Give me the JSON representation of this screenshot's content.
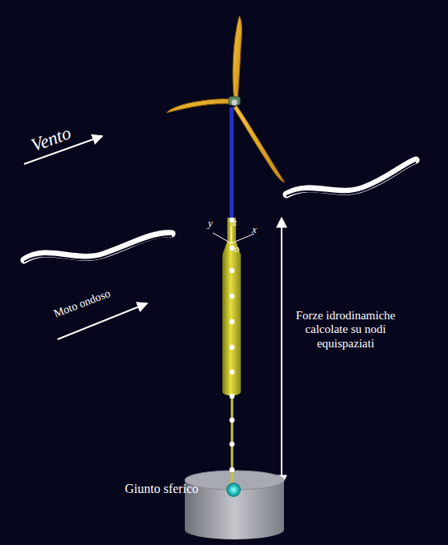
{
  "diagram": {
    "labels": [
      "Vento",
      "Moto ondoso",
      "Forze idrodinamiche calcolate su nodi equispaziati",
      "Giunto sferico",
      "y",
      "z",
      "x",
      "o"
    ]
  }
}
